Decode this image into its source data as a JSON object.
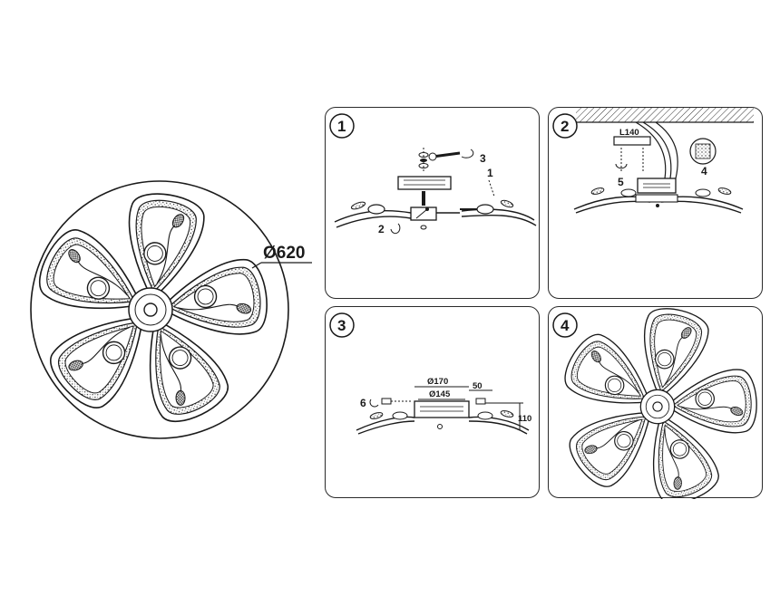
{
  "overview": {
    "diameter_label": "Ø620"
  },
  "steps": [
    {
      "number": "1",
      "callouts": [
        "1",
        "2",
        "3"
      ]
    },
    {
      "number": "2",
      "callouts": [
        "4",
        "5"
      ],
      "length_label": "L140"
    },
    {
      "number": "3",
      "callouts": [
        "6"
      ],
      "dims": [
        "Ø170",
        "Ø145",
        "50",
        "110"
      ]
    },
    {
      "number": "4"
    }
  ],
  "colors": {
    "line": "#1a1a1a",
    "panel_border": "#2a2a2a"
  }
}
